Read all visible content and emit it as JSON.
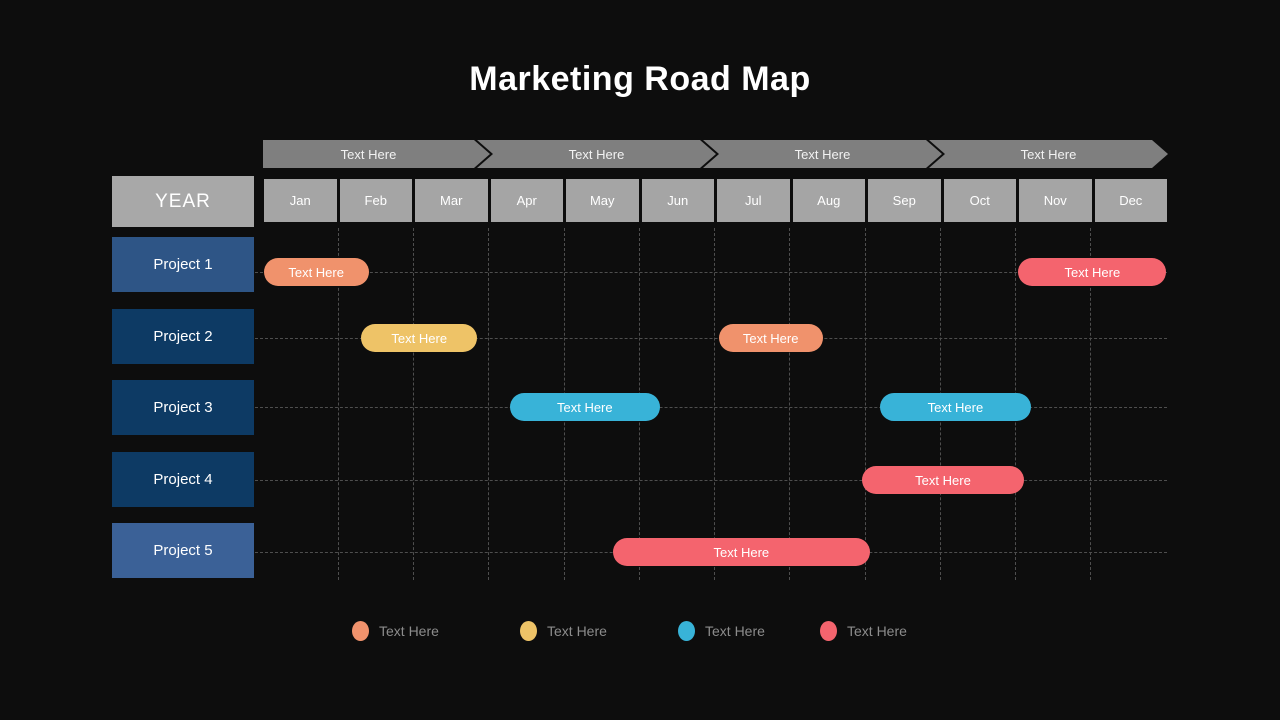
{
  "title": "Marketing Road Map",
  "phases": [
    {
      "label": "Text Here"
    },
    {
      "label": "Text Here"
    },
    {
      "label": "Text Here"
    },
    {
      "label": "Text Here"
    }
  ],
  "year_label": "YEAR",
  "months": [
    "Jan",
    "Feb",
    "Mar",
    "Apr",
    "May",
    "Jun",
    "Jul",
    "Aug",
    "Sep",
    "Oct",
    "Nov",
    "Dec"
  ],
  "projects": [
    {
      "label": "Project 1",
      "color": "#2E5586"
    },
    {
      "label": "Project 2",
      "color": "#0D3A64"
    },
    {
      "label": "Project 3",
      "color": "#0D3A64"
    },
    {
      "label": "Project 4",
      "color": "#0D3A64"
    },
    {
      "label": "Project 5",
      "color": "#3B6197"
    }
  ],
  "bars": [
    {
      "row": 0,
      "start": 0.0,
      "end": 1.4,
      "color": "orange",
      "label": "Text Here"
    },
    {
      "row": 0,
      "start": 10.03,
      "end": 12.0,
      "color": "red",
      "label": "Text Here"
    },
    {
      "row": 1,
      "start": 1.3,
      "end": 2.84,
      "color": "yellow",
      "label": "Text Here"
    },
    {
      "row": 1,
      "start": 6.05,
      "end": 7.43,
      "color": "orange",
      "label": "Text Here"
    },
    {
      "row": 2,
      "start": 3.27,
      "end": 5.27,
      "color": "teal",
      "label": "Text Here"
    },
    {
      "row": 2,
      "start": 8.19,
      "end": 10.2,
      "color": "teal",
      "label": "Text Here"
    },
    {
      "row": 3,
      "start": 7.96,
      "end": 10.1,
      "color": "red",
      "label": "Text Here"
    },
    {
      "row": 4,
      "start": 4.64,
      "end": 8.06,
      "color": "red",
      "label": "Text Here"
    }
  ],
  "legend": [
    {
      "color": "orange",
      "label": "Text Here"
    },
    {
      "color": "yellow",
      "label": "Text Here"
    },
    {
      "color": "teal",
      "label": "Text Here"
    },
    {
      "color": "red",
      "label": "Text Here"
    }
  ],
  "colors": {
    "orange": "#F0926C",
    "yellow": "#EEC367",
    "teal": "#38B3D8",
    "red": "#F4646E",
    "header_gray": "#A5A5A5",
    "arrow_gray": "#7F7F7F",
    "background": "#0D0D0D"
  }
}
